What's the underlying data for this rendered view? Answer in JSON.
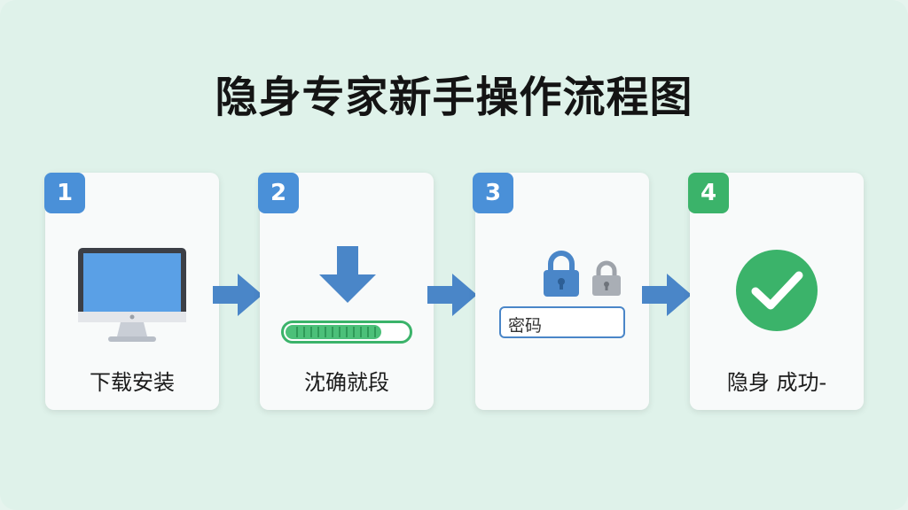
{
  "title": "隐身专家新手操作流程图",
  "steps": [
    {
      "number": "1",
      "label": "下载安装",
      "icon": "monitor-icon"
    },
    {
      "number": "2",
      "label": "沈确就段",
      "icon": "download-progress-icon"
    },
    {
      "number": "3",
      "label": "",
      "icon": "lock-icon",
      "password_placeholder": "密码"
    },
    {
      "number": "4",
      "label": "隐身 成功-",
      "icon": "checkmark-icon"
    }
  ],
  "colors": {
    "background": "#dff2ea",
    "accent_blue": "#4a90d8",
    "accent_green": "#3bb36a",
    "card": "#f8fafa"
  }
}
